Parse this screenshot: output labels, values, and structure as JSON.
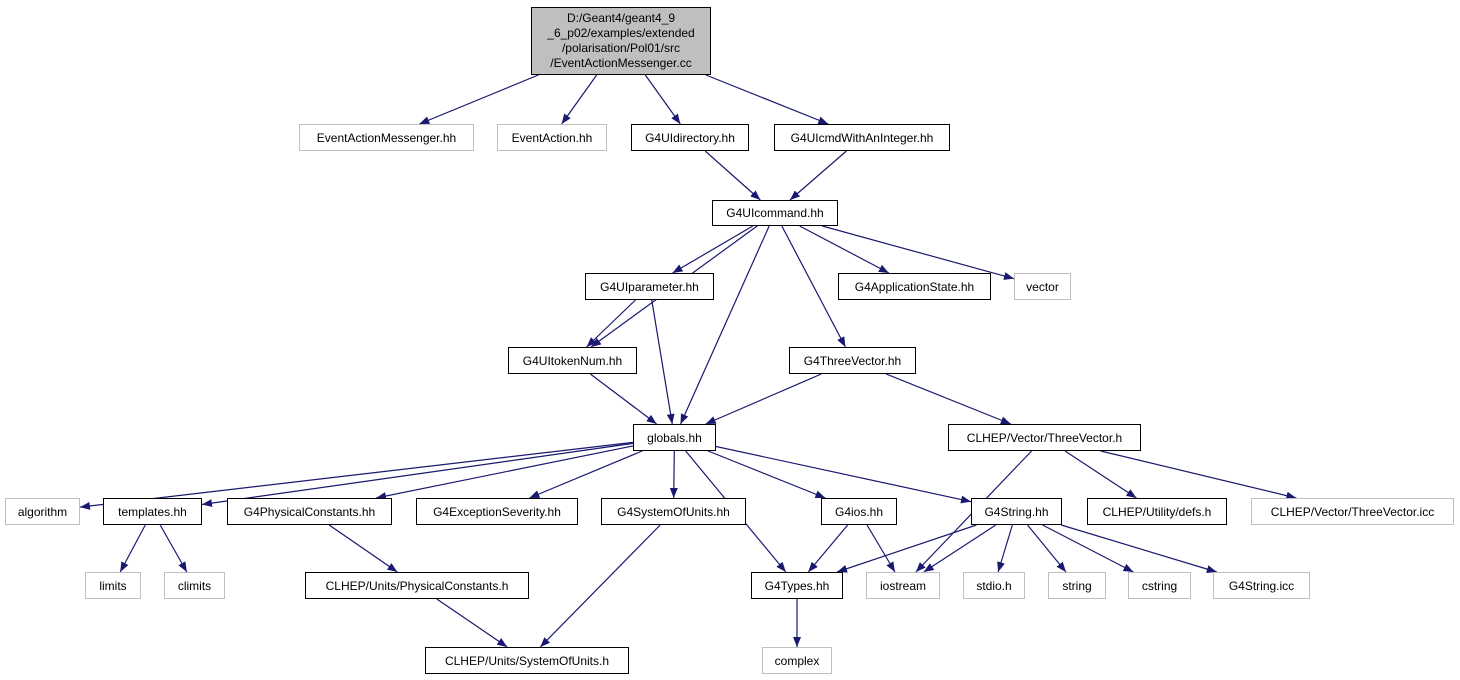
{
  "colors": {
    "edge": "#191970",
    "root_fill": "#bfbfbf",
    "node_border": "#000000",
    "external_border": "#bfbfbf"
  },
  "root": {
    "label_lines": [
      "D:/Geant4/geant4_9",
      "_6_p02/examples/extended",
      "/polarisation/Pol01/src",
      "/EventActionMessenger.cc"
    ]
  },
  "nodes": {
    "EventActionMessenger_hh": "EventActionMessenger.hh",
    "EventAction_hh": "EventAction.hh",
    "G4UIdirectory_hh": "G4UIdirectory.hh",
    "G4UIcmdWithAnInteger_hh": "G4UIcmdWithAnInteger.hh",
    "G4UIcommand_hh": "G4UIcommand.hh",
    "G4UIparameter_hh": "G4UIparameter.hh",
    "G4ApplicationState_hh": "G4ApplicationState.hh",
    "vector": "vector",
    "G4UItokenNum_hh": "G4UItokenNum.hh",
    "G4ThreeVector_hh": "G4ThreeVector.hh",
    "globals_hh": "globals.hh",
    "CLHEP_Vector_ThreeVector_h": "CLHEP/Vector/ThreeVector.h",
    "algorithm": "algorithm",
    "templates_hh": "templates.hh",
    "G4PhysicalConstants_hh": "G4PhysicalConstants.hh",
    "G4ExceptionSeverity_hh": "G4ExceptionSeverity.hh",
    "G4SystemOfUnits_hh": "G4SystemOfUnits.hh",
    "G4ios_hh": "G4ios.hh",
    "G4String_hh": "G4String.hh",
    "CLHEP_Utility_defs_h": "CLHEP/Utility/defs.h",
    "CLHEP_Vector_ThreeVector_icc": "CLHEP/Vector/ThreeVector.icc",
    "limits": "limits",
    "climits": "climits",
    "CLHEP_Units_PhysicalConstants_h": "CLHEP/Units/PhysicalConstants.h",
    "G4Types_hh": "G4Types.hh",
    "iostream": "iostream",
    "stdio_h": "stdio.h",
    "string": "string",
    "cstring": "cstring",
    "G4String_icc": "G4String.icc",
    "CLHEP_Units_SystemOfUnits_h": "CLHEP/Units/SystemOfUnits.h",
    "complex": "complex"
  },
  "edges": [
    [
      "root",
      "EventActionMessenger_hh"
    ],
    [
      "root",
      "EventAction_hh"
    ],
    [
      "root",
      "G4UIdirectory_hh"
    ],
    [
      "root",
      "G4UIcmdWithAnInteger_hh"
    ],
    [
      "G4UIdirectory_hh",
      "G4UIcommand_hh"
    ],
    [
      "G4UIcmdWithAnInteger_hh",
      "G4UIcommand_hh"
    ],
    [
      "G4UIcommand_hh",
      "G4UItokenNum_hh"
    ],
    [
      "G4UIcommand_hh",
      "G4UIparameter_hh"
    ],
    [
      "G4UIcommand_hh",
      "globals_hh"
    ],
    [
      "G4UIcommand_hh",
      "G4ThreeVector_hh"
    ],
    [
      "G4UIcommand_hh",
      "G4ApplicationState_hh"
    ],
    [
      "G4UIcommand_hh",
      "vector"
    ],
    [
      "G4UIparameter_hh",
      "G4UItokenNum_hh"
    ],
    [
      "G4UIparameter_hh",
      "globals_hh"
    ],
    [
      "G4UItokenNum_hh",
      "globals_hh"
    ],
    [
      "G4ThreeVector_hh",
      "globals_hh"
    ],
    [
      "G4ThreeVector_hh",
      "CLHEP_Vector_ThreeVector_h"
    ],
    [
      "globals_hh",
      "algorithm"
    ],
    [
      "globals_hh",
      "templates_hh"
    ],
    [
      "globals_hh",
      "G4PhysicalConstants_hh"
    ],
    [
      "globals_hh",
      "G4ExceptionSeverity_hh"
    ],
    [
      "globals_hh",
      "G4SystemOfUnits_hh"
    ],
    [
      "globals_hh",
      "G4Types_hh"
    ],
    [
      "globals_hh",
      "G4ios_hh"
    ],
    [
      "globals_hh",
      "G4String_hh"
    ],
    [
      "CLHEP_Vector_ThreeVector_h",
      "iostream"
    ],
    [
      "CLHEP_Vector_ThreeVector_h",
      "CLHEP_Utility_defs_h"
    ],
    [
      "CLHEP_Vector_ThreeVector_h",
      "CLHEP_Vector_ThreeVector_icc"
    ],
    [
      "templates_hh",
      "limits"
    ],
    [
      "templates_hh",
      "climits"
    ],
    [
      "G4PhysicalConstants_hh",
      "CLHEP_Units_PhysicalConstants_h"
    ],
    [
      "CLHEP_Units_PhysicalConstants_h",
      "CLHEP_Units_SystemOfUnits_h"
    ],
    [
      "G4SystemOfUnits_hh",
      "CLHEP_Units_SystemOfUnits_h"
    ],
    [
      "G4ios_hh",
      "G4Types_hh"
    ],
    [
      "G4ios_hh",
      "iostream"
    ],
    [
      "G4String_hh",
      "G4Types_hh"
    ],
    [
      "G4String_hh",
      "iostream"
    ],
    [
      "G4String_hh",
      "stdio_h"
    ],
    [
      "G4String_hh",
      "string"
    ],
    [
      "G4String_hh",
      "cstring"
    ],
    [
      "G4String_hh",
      "G4String_icc"
    ],
    [
      "G4Types_hh",
      "complex"
    ]
  ]
}
